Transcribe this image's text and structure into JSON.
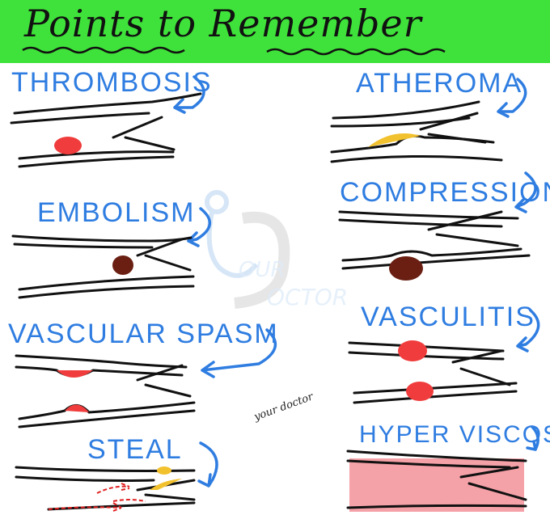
{
  "header": {
    "title": "Points to Remember"
  },
  "sections": {
    "thrombosis": "THROMBOSIS",
    "embolism": "EMBOLISM",
    "vascular_spasm": "VASCULAR SPASM",
    "steal": "STEAL",
    "atheroma": "ATHEROMA",
    "compression": "COMPRESSION",
    "vasculitis": "VASCULITIS",
    "hyper_viscosity": "HYPER VISCOSITY"
  },
  "watermark": {
    "line1": "OUR",
    "line2": "OCTOR"
  },
  "signature": "your doctor",
  "colors": {
    "banner": "#3fe23a",
    "label_blue": "#2f7de1",
    "thrombus_red": "#f03c3c",
    "embolus_brown": "#6a1f12",
    "atheroma_yellow": "#f2c12e",
    "viscosity_pink": "#f06e7a"
  }
}
